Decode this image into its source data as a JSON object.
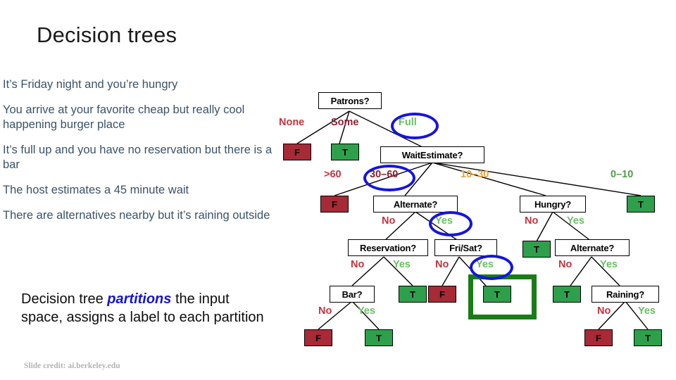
{
  "slide": {
    "title": "Decision trees",
    "credit": "Slide credit: ai.berkeley.edu"
  },
  "bullets": [
    "It’s Friday night and you’re hungry",
    "You arrive at your favorite cheap but really cool happening burger place",
    "It’s full up and you have no reservation but there is a bar",
    "The host estimates a 45 minute wait",
    "There are alternatives nearby but it’s raining outside"
  ],
  "summary": {
    "part1": "Decision tree ",
    "emphasis": "partitions",
    "part2": " the input space, assigns a label to each partition"
  },
  "colors": {
    "title": "#1a1a1a",
    "bullet_text": "#3b5268",
    "emphasis": "#1414d2",
    "true_leaf": "#2ea04b",
    "false_leaf": "#a82a36",
    "ring": "#1414e0",
    "answer_highlight": "#187d18",
    "label_red": "#c8323c",
    "label_maroon": "#8c2030",
    "label_green": "#6abf63",
    "label_orange": "#e8a33d",
    "label_dark_green": "#4f9f48"
  },
  "tree": {
    "nodes": {
      "patrons": "Patrons?",
      "patrons_none_leaf": "F",
      "patrons_some_leaf": "T",
      "waitestimate": "WaitEstimate?",
      "wait_gt60_leaf": "F",
      "alternate_left": "Alternate?",
      "hungry": "Hungry?",
      "wait_0_10_leaf": "T",
      "reservation": "Reservation?",
      "frisat": "Fri/Sat?",
      "hungry_no_leaf": "T",
      "alternate_right": "Alternate?",
      "bar": "Bar?",
      "reservation_yes_leaf": "T",
      "frisat_no_leaf": "F",
      "frisat_yes_leaf": "T",
      "alt_right_no_leaf": "T",
      "raining": "Raining?",
      "bar_no_leaf": "F",
      "bar_yes_leaf": "T",
      "raining_no_leaf": "F",
      "raining_yes_leaf": "T"
    },
    "edge_labels": {
      "patrons_none": "None",
      "patrons_some": "Some",
      "patrons_full": "Full",
      "wait_gt60": ">60",
      "wait_30_60": "30–60",
      "wait_10_30": "10–30",
      "wait_0_10": "0–10",
      "alt_left_no": "No",
      "alt_left_yes": "Yes",
      "hungry_no": "No",
      "hungry_yes": "Yes",
      "res_no": "No",
      "res_yes": "Yes",
      "frisat_no": "No",
      "frisat_yes": "Yes",
      "alt_right_no": "No",
      "alt_right_yes": "Yes",
      "bar_no": "No",
      "bar_yes": "Yes",
      "raining_no": "No",
      "raining_yes": "Yes"
    },
    "highlighted_path": [
      "Full",
      "30–60",
      "Yes",
      "Yes"
    ],
    "predicted_answer": "T"
  }
}
